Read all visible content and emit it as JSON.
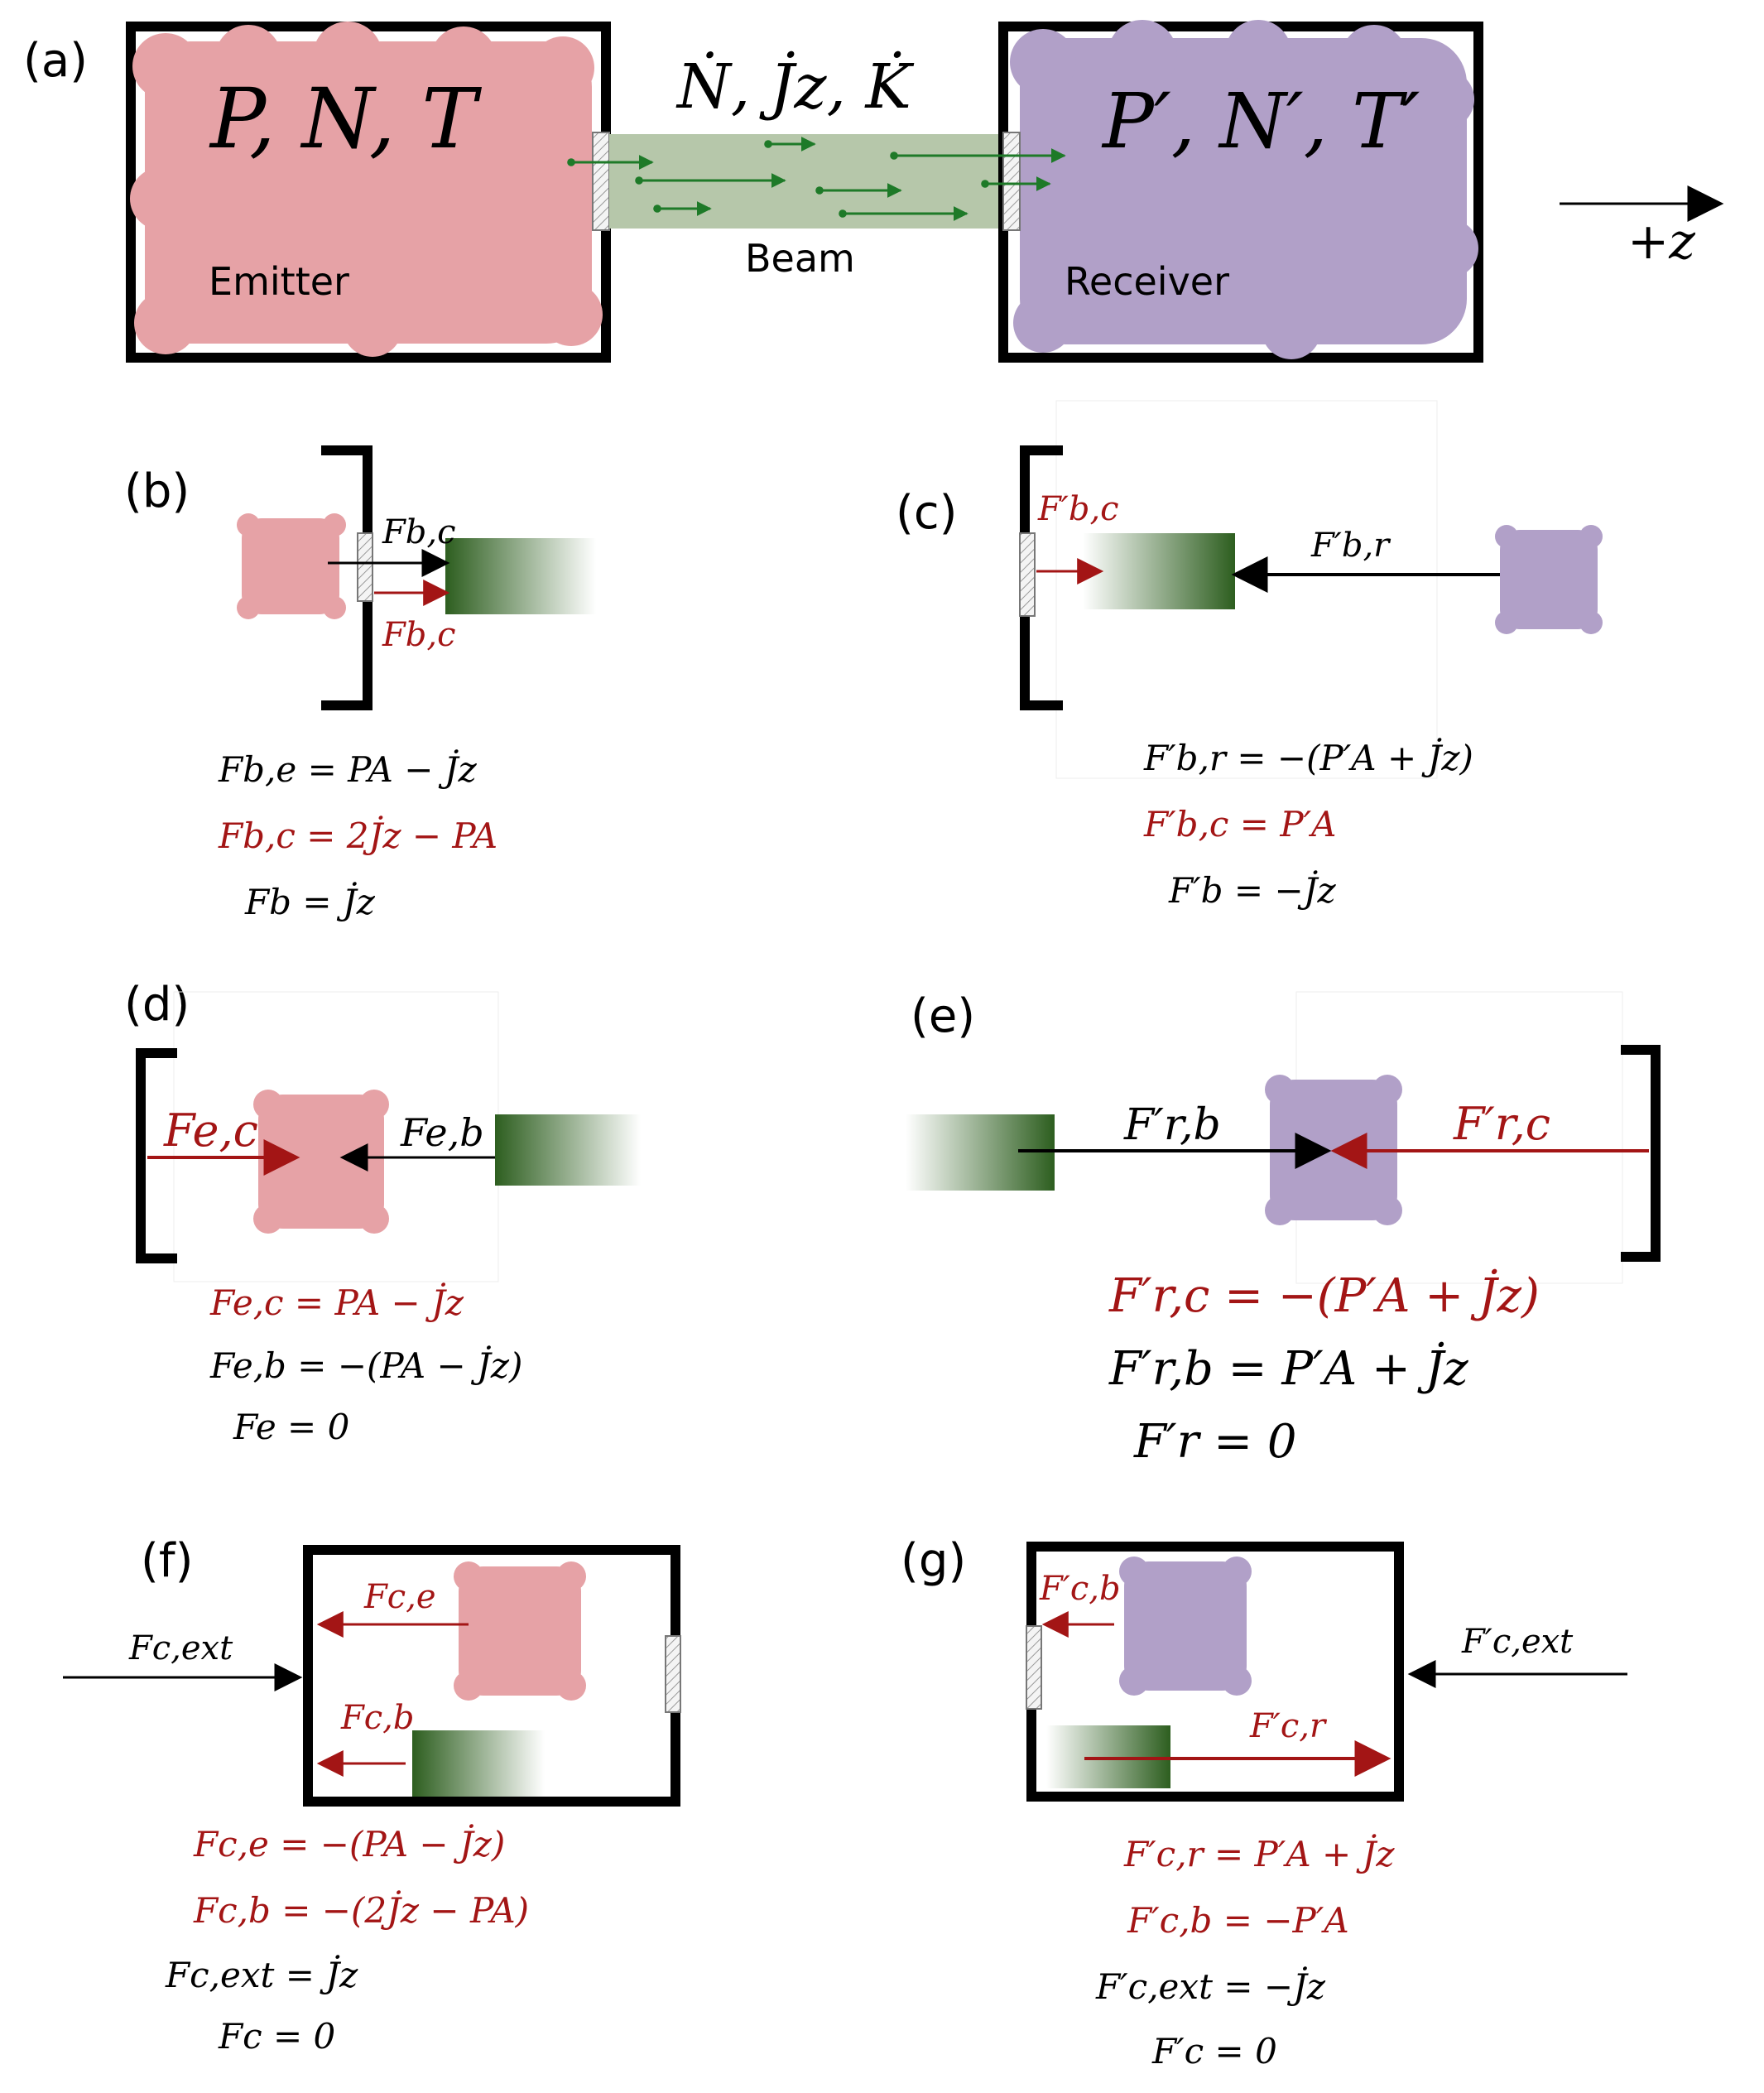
{
  "colors": {
    "emitter": "#e6a2a6",
    "receiver": "#b1a0c8",
    "beam": "#b6c7aa",
    "beam_dark": "#2d5e1f",
    "particle": "#1e7a28",
    "red": "#a31515",
    "black": "#000000"
  },
  "panel_a": {
    "label": "(a)",
    "emitter_vars": "P, N, T",
    "receiver_vars": "P′, N′, T′",
    "beam_vars": "Ṅ, J̇z, K̇",
    "emitter_label": "Emitter",
    "beam_label": "Beam",
    "receiver_label": "Receiver",
    "direction_label": "+z"
  },
  "panel_b": {
    "label": "(b)",
    "force_black": "Fb,c",
    "force_red": "Fb,c",
    "eq1": "Fb,e = PA − J̇z",
    "eq2": "Fb,c = 2J̇z − PA",
    "eq3": "Fb = J̇z"
  },
  "panel_c": {
    "label": "(c)",
    "force_red": "F′b,c",
    "force_black": "F′b,r",
    "eq1": "F′b,r = −(P′A + J̇z)",
    "eq2": "F′b,c = P′A",
    "eq3": "F′b = −J̇z"
  },
  "panel_d": {
    "label": "(d)",
    "force_red": "Fe,c",
    "force_black": "Fe,b",
    "eq1": "Fe,c = PA − J̇z",
    "eq2": "Fe,b = −(PA − J̇z)",
    "eq3": "Fe = 0"
  },
  "panel_e": {
    "label": "(e)",
    "force_black": "F′r,b",
    "force_red": "F′r,c",
    "eq1": "F′r,c = −(P′A + J̇z)",
    "eq2": "F′r,b = P′A + J̇z",
    "eq3": "F′r = 0"
  },
  "panel_f": {
    "label": "(f)",
    "force_ext": "Fc,ext",
    "force_e": "Fc,e",
    "force_b": "Fc,b",
    "eq1": "Fc,e = −(PA − J̇z)",
    "eq2": "Fc,b = −(2J̇z − PA)",
    "eq3": "Fc,ext = J̇z",
    "eq4": "Fc = 0"
  },
  "panel_g": {
    "label": "(g)",
    "force_b": "F′c,b",
    "force_ext": "F′c,ext",
    "force_r": "F′c,r",
    "eq1": "F′c,r = P′A + J̇z",
    "eq2": "F′c,b = −P′A",
    "eq3": "F′c,ext = −J̇z",
    "eq4": "F′c = 0"
  }
}
